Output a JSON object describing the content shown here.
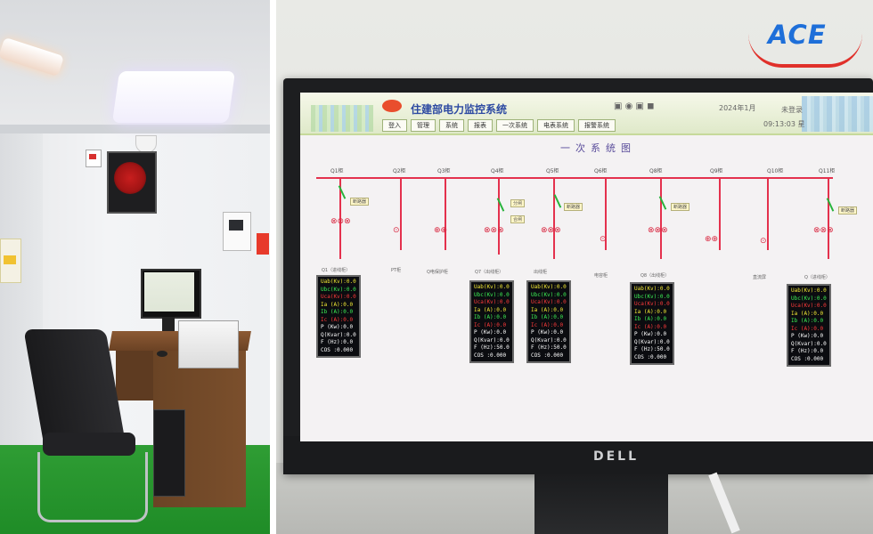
{
  "brand": {
    "logo_text": "ACE",
    "primary_color": "#1e6fd9",
    "accent_color": "#e0302a"
  },
  "monitor": {
    "brand": "DELL"
  },
  "screen": {
    "title": "住建部电力监控系统",
    "header_icons": "▣ ◉ ▣ ◼",
    "datetime": "2024年1月",
    "clock": "09:13:03 星",
    "user": "未登录",
    "nav": [
      "登入",
      "管理",
      "系统",
      "报表",
      "一次系统",
      "电表系统",
      "报警系统"
    ],
    "diagram_title": "一次系统图",
    "feeders": [
      "Q1柜",
      "Q2柜",
      "Q3柜",
      "Q4柜",
      "Q5柜",
      "Q6柜",
      "Q8柜",
      "Q9柜",
      "Q10柜",
      "Q11柜"
    ],
    "captions": [
      "Q1（进线柜）",
      "PT柜",
      "Q电保护柜",
      "Q7（出线柜）",
      "出线柜",
      "电容柜",
      "Q8（出线柜）",
      "直流屏",
      "Q（进线柜）"
    ],
    "tags": [
      "断路器",
      "分闸",
      "合闸",
      "断路器",
      "断路器",
      "断路器"
    ],
    "panels": [
      {
        "rows": [
          {
            "t": "Uab(Kv):0.0",
            "c": "y"
          },
          {
            "t": "Ubc(Kv):0.0",
            "c": "g"
          },
          {
            "t": "Uca(Kv):0.0",
            "c": "r"
          },
          {
            "t": "Ia  (A):0.0",
            "c": "y"
          },
          {
            "t": "Ib  (A):0.0",
            "c": "g"
          },
          {
            "t": "Ic  (A):0.0",
            "c": "r"
          },
          {
            "t": "P   (Kw):0.0",
            "c": "w"
          },
          {
            "t": "Q(Kvar):0.0",
            "c": "w"
          },
          {
            "t": "F   (Hz):0.0",
            "c": "w"
          },
          {
            "t": "COS   :0.000",
            "c": "w"
          }
        ]
      },
      {
        "rows": [
          {
            "t": "Uab(Kv):0.0",
            "c": "y"
          },
          {
            "t": "Ubc(Kv):0.0",
            "c": "g"
          },
          {
            "t": "Uca(Kv):0.0",
            "c": "r"
          },
          {
            "t": "Ia  (A):0.0",
            "c": "y"
          },
          {
            "t": "Ib  (A):0.0",
            "c": "g"
          },
          {
            "t": "Ic  (A):0.0",
            "c": "r"
          },
          {
            "t": "P   (Kw):0.0",
            "c": "w"
          },
          {
            "t": "Q(Kvar):0.0",
            "c": "w"
          },
          {
            "t": "F   (Hz):50.0",
            "c": "w"
          },
          {
            "t": "COS   :0.000",
            "c": "w"
          }
        ]
      },
      {
        "rows": [
          {
            "t": "Uab(Kv):0.0",
            "c": "y"
          },
          {
            "t": "Ubc(Kv):0.0",
            "c": "g"
          },
          {
            "t": "Uca(Kv):0.0",
            "c": "r"
          },
          {
            "t": "Ia  (A):0.0",
            "c": "y"
          },
          {
            "t": "Ib  (A):0.0",
            "c": "g"
          },
          {
            "t": "Ic  (A):0.0",
            "c": "r"
          },
          {
            "t": "P   (Kw):0.0",
            "c": "w"
          },
          {
            "t": "Q(Kvar):0.0",
            "c": "w"
          },
          {
            "t": "F   (Hz):50.0",
            "c": "w"
          },
          {
            "t": "COS   :0.000",
            "c": "w"
          }
        ]
      },
      {
        "rows": [
          {
            "t": "Uab(Kv):0.0",
            "c": "y"
          },
          {
            "t": "Ubc(Kv):0.0",
            "c": "g"
          },
          {
            "t": "Uca(Kv):0.0",
            "c": "r"
          },
          {
            "t": "Ia  (A):0.0",
            "c": "y"
          },
          {
            "t": "Ib  (A):0.0",
            "c": "g"
          },
          {
            "t": "Ic  (A):0.0",
            "c": "r"
          },
          {
            "t": "P   (Kw):0.0",
            "c": "w"
          },
          {
            "t": "Q(Kvar):0.0",
            "c": "w"
          },
          {
            "t": "F   (Hz):50.0",
            "c": "w"
          },
          {
            "t": "COS   :0.000",
            "c": "w"
          }
        ]
      },
      {
        "rows": [
          {
            "t": "Uab(Kv):0.0",
            "c": "y"
          },
          {
            "t": "Ubc(Kv):0.0",
            "c": "g"
          },
          {
            "t": "Uca(Kv):0.0",
            "c": "r"
          },
          {
            "t": "Ia  (A):0.0",
            "c": "y"
          },
          {
            "t": "Ib  (A):0.0",
            "c": "g"
          },
          {
            "t": "Ic  (A):0.0",
            "c": "r"
          },
          {
            "t": "P   (Kw):0.0",
            "c": "w"
          },
          {
            "t": "Q(Kvar):0.0",
            "c": "w"
          },
          {
            "t": "F   (Hz):0.0",
            "c": "w"
          },
          {
            "t": "COS   :0.000",
            "c": "w"
          }
        ]
      }
    ]
  }
}
